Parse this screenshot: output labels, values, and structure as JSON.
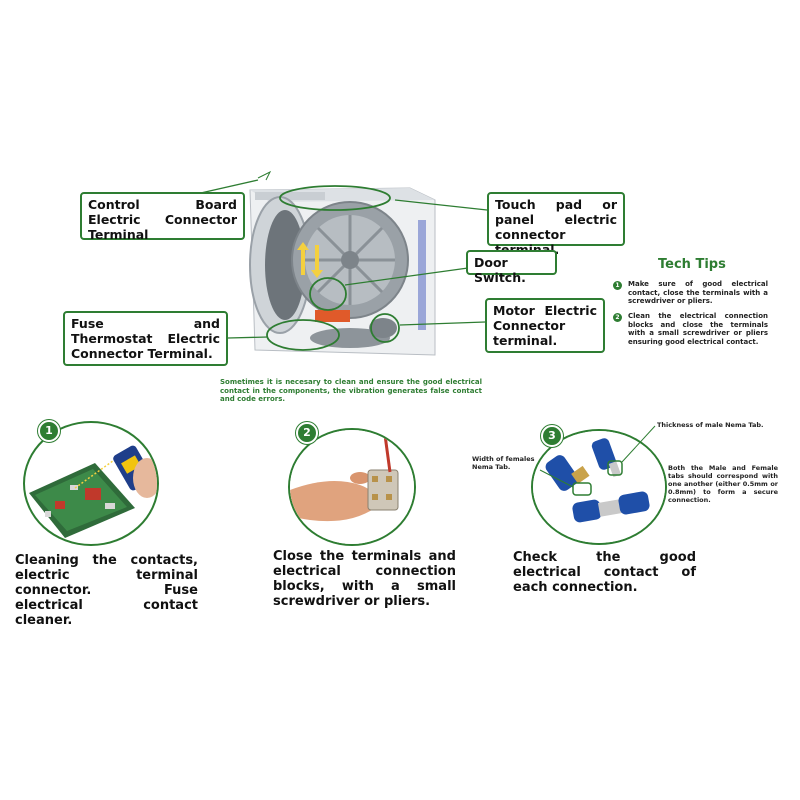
{
  "labels": {
    "control_board": "Control Board Electric Connector Terminal",
    "touch_pad": "Touch pad or panel electric connector terminal.",
    "door_switch": "Door Switch.",
    "motor": "Motor Electric Connector terminal.",
    "fuse": "Fuse and Thermostat Electric Connector Terminal."
  },
  "note": "Sometimes it is necesary to clean and ensure the good electrical contact in the components, the vibration generates false contact and code errors.",
  "tech_tips": {
    "title": "Tech Tips",
    "items": [
      {
        "num": "1",
        "text": "Make sure of good electrical contact, close the terminals with a screwdriver or pliers."
      },
      {
        "num": "2",
        "text": "Clean the electrical connection blocks and close the terminals with a small screwdriver or pliers ensuring good electrical contact."
      }
    ]
  },
  "steps": [
    {
      "num": "1",
      "caption": "Cleaning the contacts, electric terminal connector. Fuse electrical contact cleaner."
    },
    {
      "num": "2",
      "caption": "Close the terminals and electrical connection blocks, with a small screwdriver or pliers."
    },
    {
      "num": "3",
      "caption": "Check the good electrical contact of each connection."
    }
  ],
  "step3_callouts": {
    "female_width": "Width of females Nema Tab.",
    "male_thickness": "Thickness of male Nema Tab.",
    "tabs_note": "Both the Male and Female tabs should correspond with one another (either 0.5mm or 0.8mm) to form a secure connection."
  },
  "colors": {
    "accent": "#2e7d32",
    "text": "#111111"
  }
}
